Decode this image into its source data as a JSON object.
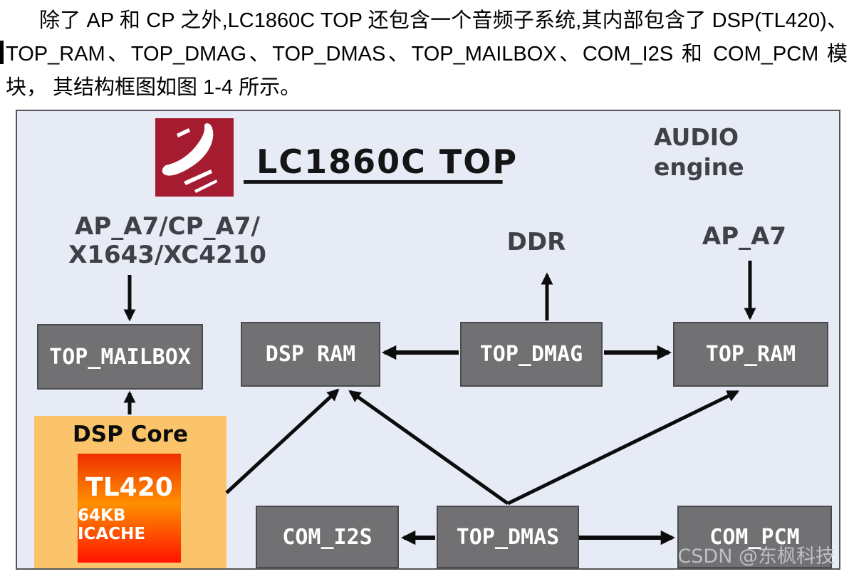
{
  "paragraph": {
    "line1": "除了 AP 和 CP 之外,LC1860C TOP 还包含一个音频子系统,其内部包含了 DSP(TL420)、",
    "line2": "TOP_RAM、TOP_DMAG、TOP_DMAS、TOP_MAILBOX、COM_I2S 和 COM_PCM 模",
    "line3": "块， 其结构框图如图 1-4 所示。"
  },
  "diagram": {
    "title": "LC1860C TOP",
    "engine_line1": "AUDIO",
    "engine_line2": "engine",
    "labels": {
      "host_line1": "AP_A7/CP_A7/",
      "host_line2": "X1643/XC4210",
      "ddr": "DDR",
      "ap": "AP_A7"
    },
    "boxes": {
      "mailbox": "TOP_MAILBOX",
      "dsp_ram": "DSP RAM",
      "dmag": "TOP_DMAG",
      "top_ram": "TOP_RAM",
      "com_i2s": "COM_I2S",
      "dmas": "TOP_DMAS",
      "com_pcm": "COM_PCM"
    },
    "dsp_core": {
      "title": "DSP Core",
      "chip": "TL420",
      "cache": "64KB ICACHE"
    },
    "colors": {
      "canvas": "#e7ebf6",
      "box_gray": "#717173",
      "box_border": "#4b4b4d",
      "core_orange": "#fbc46a",
      "chip_red": "#ef3000",
      "chip_orange": "#ff9000",
      "logo_red": "#a51c30",
      "label_dark": "#3e4247",
      "arrow_black": "#0c0c0c"
    }
  },
  "watermark": "CSDN @东枫科技"
}
